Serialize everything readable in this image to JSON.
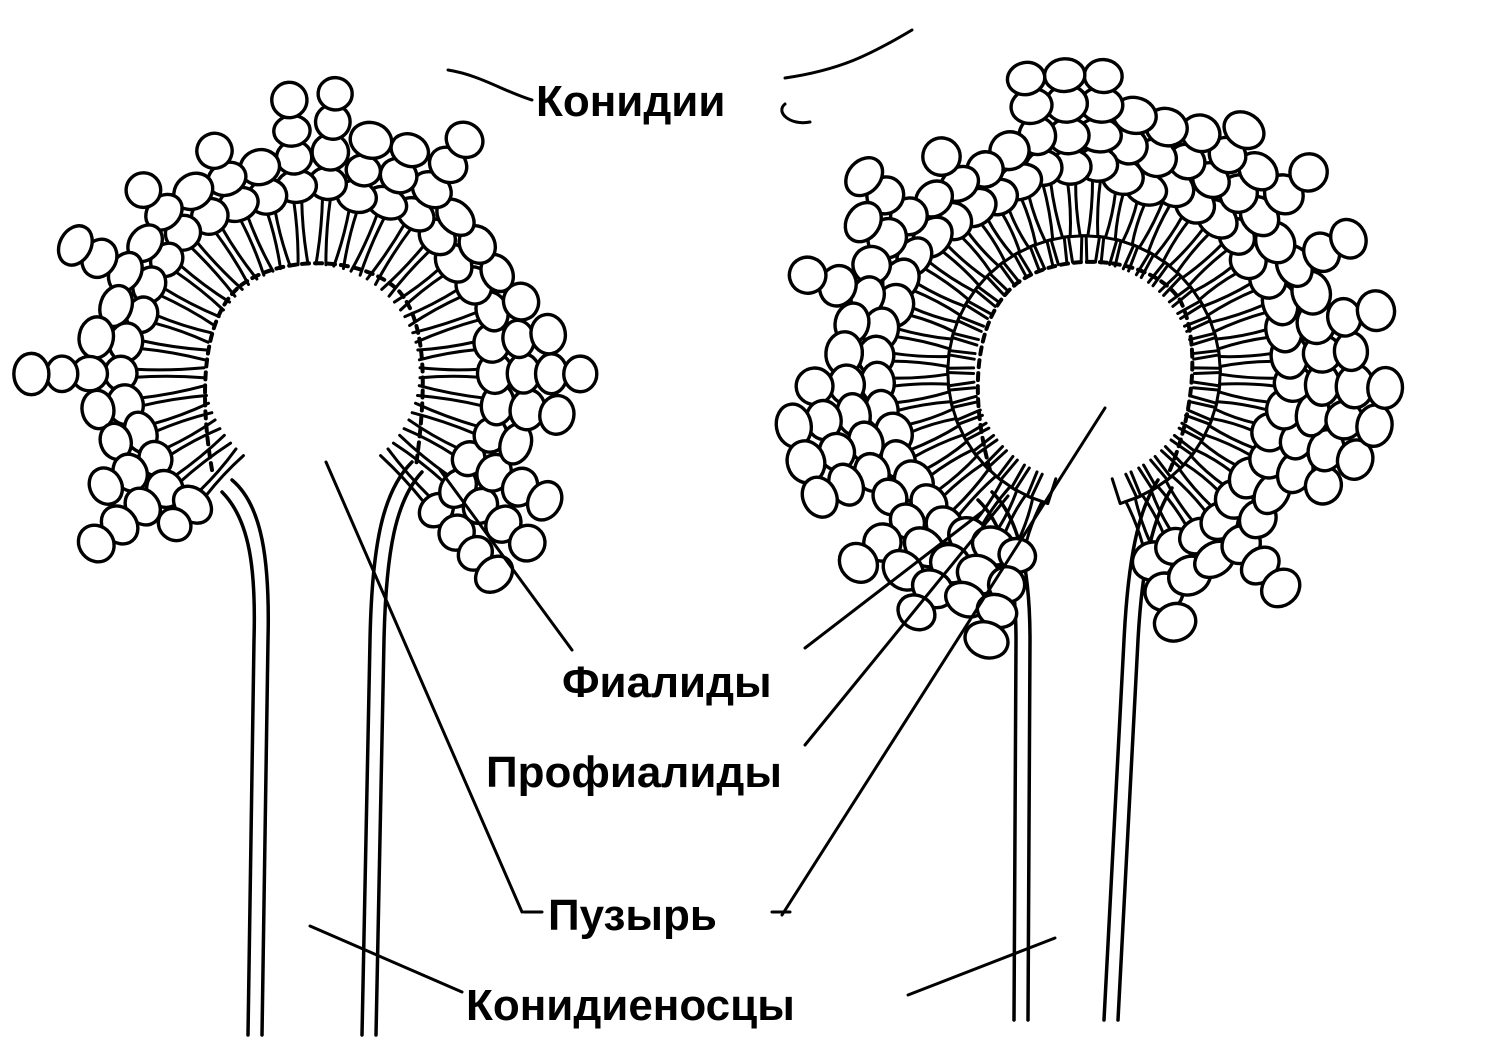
{
  "labels": {
    "conidia": "Конидии",
    "phialides": "Фиалиды",
    "prophialides": "Профиалиды",
    "vesicle": "Пузырь",
    "conidiophores": "Конидиеносцы"
  },
  "colors": {
    "ink": "#000000",
    "background": "#ffffff"
  }
}
